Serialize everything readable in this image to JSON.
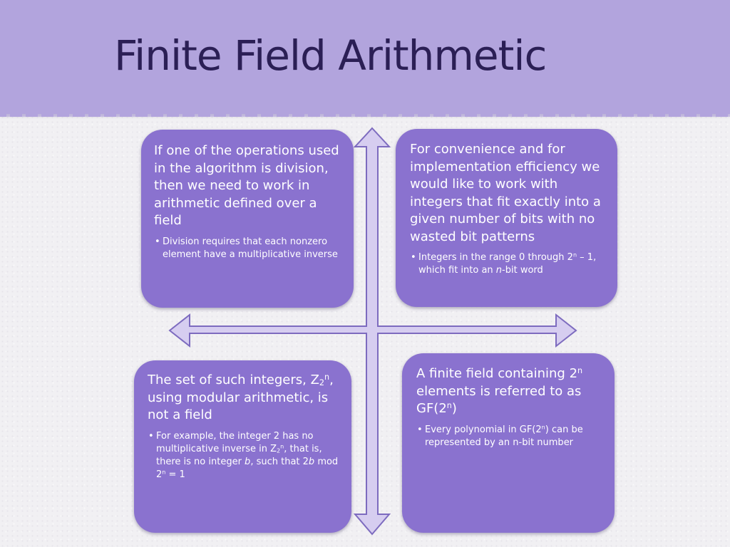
{
  "slide": {
    "title": "Finite Field Arithmetic"
  },
  "colors": {
    "title_band": "#b2a4dd",
    "title_text": "#2b1f55",
    "box_fill": "#8a72cf",
    "arrow_fill": "#d6cdf0",
    "arrow_stroke": "#7d6bbf"
  },
  "icons": {
    "arrows": "four-way-cross-arrow"
  },
  "quadrants": {
    "top_left": {
      "lead": "If one of the operations used in the algorithm is division, then we need to work in arithmetic defined over a field",
      "bullet_marker": "•",
      "bullet": "Division requires that each nonzero element have a multiplicative inverse"
    },
    "top_right": {
      "lead": "For convenience and for implementation efficiency we would like to work with integers that fit exactly into a given number of bits with no wasted bit patterns",
      "bullet_marker": "•",
      "bullet_pre": "Integers in the range 0 through 2",
      "bullet_sup": "n",
      "bullet_mid": " – 1, which fit into an ",
      "bullet_italic": "n",
      "bullet_post": "-bit word"
    },
    "bottom_left": {
      "lead_pre": "The set of such integers, Z",
      "lead_sub": "2",
      "lead_sup": "n",
      "lead_post": ", using modular arithmetic, is not a field",
      "bullet_marker": "•",
      "bullet_pre": "For example, the integer 2 has no multiplicative inverse in Z",
      "bullet_sub": "2",
      "bullet_sup": "n",
      "bullet_mid": ", that is, there is no integer ",
      "bullet_var1": "b",
      "bullet_mid2": ", such that 2",
      "bullet_var2": "b",
      "bullet_mid3": " mod 2",
      "bullet_sup2": "n",
      "bullet_post": " = 1"
    },
    "bottom_right": {
      "lead_pre": "A finite field containing 2",
      "lead_sup": "n",
      "lead_mid": " elements is referred to as GF(2",
      "lead_sup2": "n",
      "lead_post": ")",
      "bullet_marker": "•",
      "bullet_pre": "Every polynomial in GF(2",
      "bullet_sup": "n",
      "bullet_post": ") can be represented by an n-bit number"
    }
  }
}
